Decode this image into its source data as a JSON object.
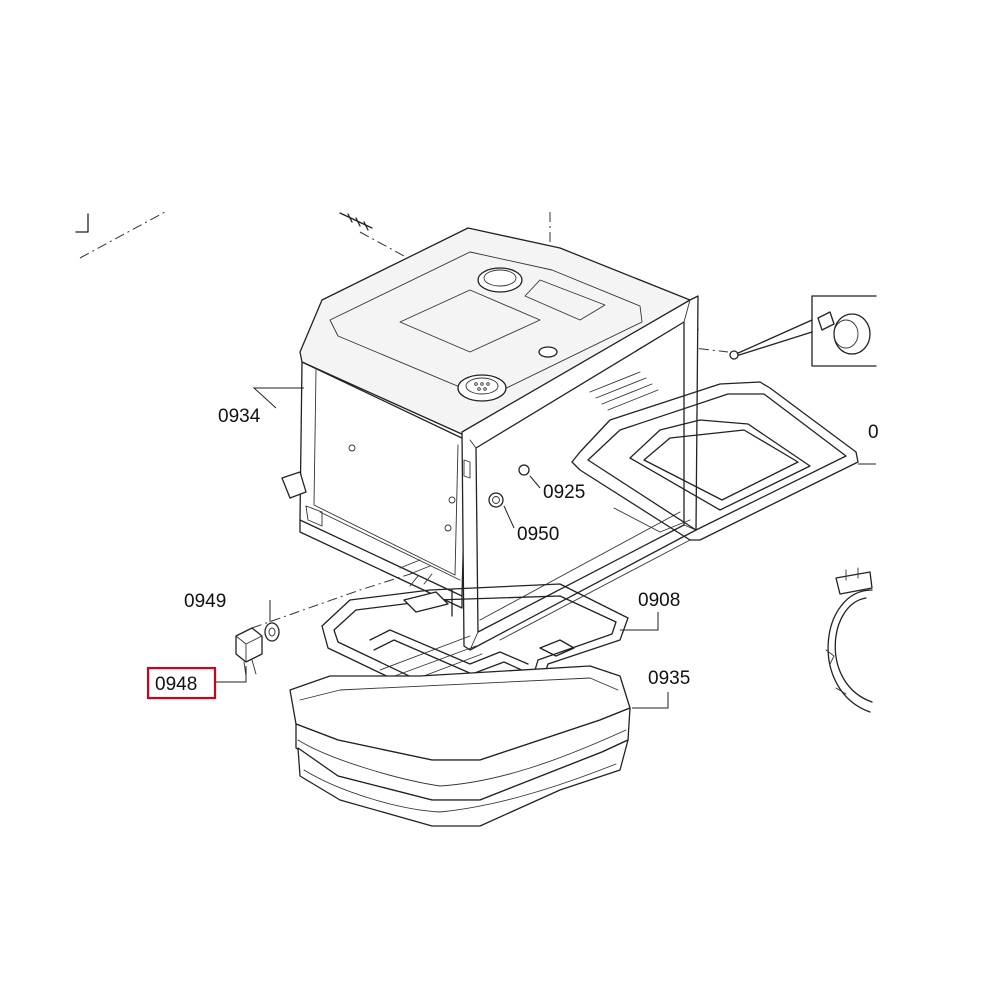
{
  "parts": {
    "p0934": "0934",
    "p0925": "0925",
    "p0950": "0950",
    "p0949": "0949",
    "p0948": "0948",
    "p0908": "0908",
    "p0935": "0935",
    "p_cut": "0"
  },
  "highlight": {
    "part": "0948",
    "color": "#d0021b"
  }
}
